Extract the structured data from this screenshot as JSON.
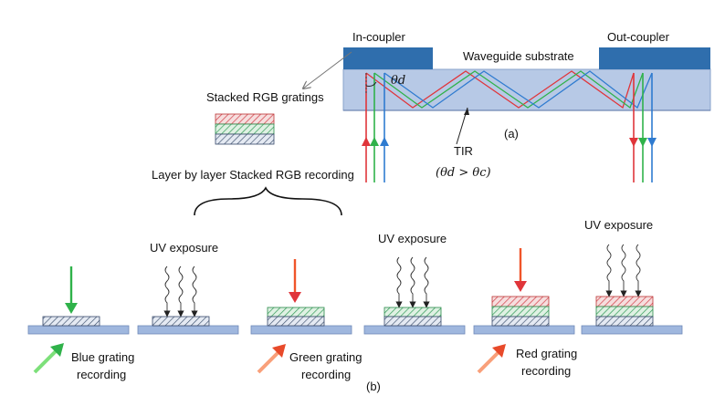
{
  "top": {
    "in_coupler": "In-coupler",
    "out_coupler": "Out-coupler",
    "substrate": "Waveguide substrate",
    "theta_d": "θd",
    "stacked_gratings": "Stacked RGB gratings",
    "tir": "TIR",
    "tir_condition": "(θd > θc)",
    "label_a": "(a)"
  },
  "bottom": {
    "layer_recording": "Layer by layer Stacked RGB recording",
    "uv_exposure": "UV exposure",
    "blue_line1": "Blue grating",
    "blue_line2": "recording",
    "green_line1": "Green grating",
    "green_line2": "recording",
    "red_line1": "Red grating",
    "red_line2": "recording",
    "label_b": "(b)"
  },
  "colors": {
    "coupler": "#2f6ead",
    "substrate": "#b7c9e6",
    "red": "#e0353a",
    "green": "#2fb24a",
    "blue": "#2f7bd0",
    "base": "#9fb7de"
  },
  "icons": [
    "red-arrow-icon",
    "green-arrow-icon",
    "uv-exposure-icon"
  ]
}
